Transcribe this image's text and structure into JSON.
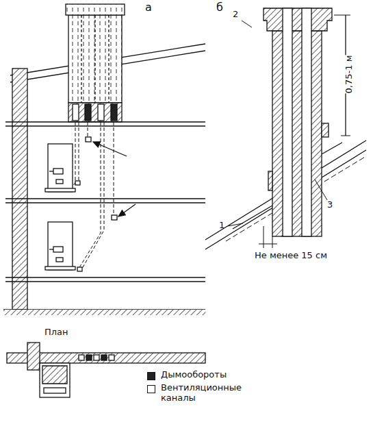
{
  "diagram": {
    "labels": [
      "а",
      "б",
      "0,75-1 м",
      "2",
      "1",
      "3",
      "Не менее 15 см",
      "План"
    ],
    "legend": [
      {
        "text": "Дымообороты",
        "color": "#222222"
      },
      {
        "text": "Вентиляционные каналы",
        "color": "#ffffff"
      }
    ]
  }
}
